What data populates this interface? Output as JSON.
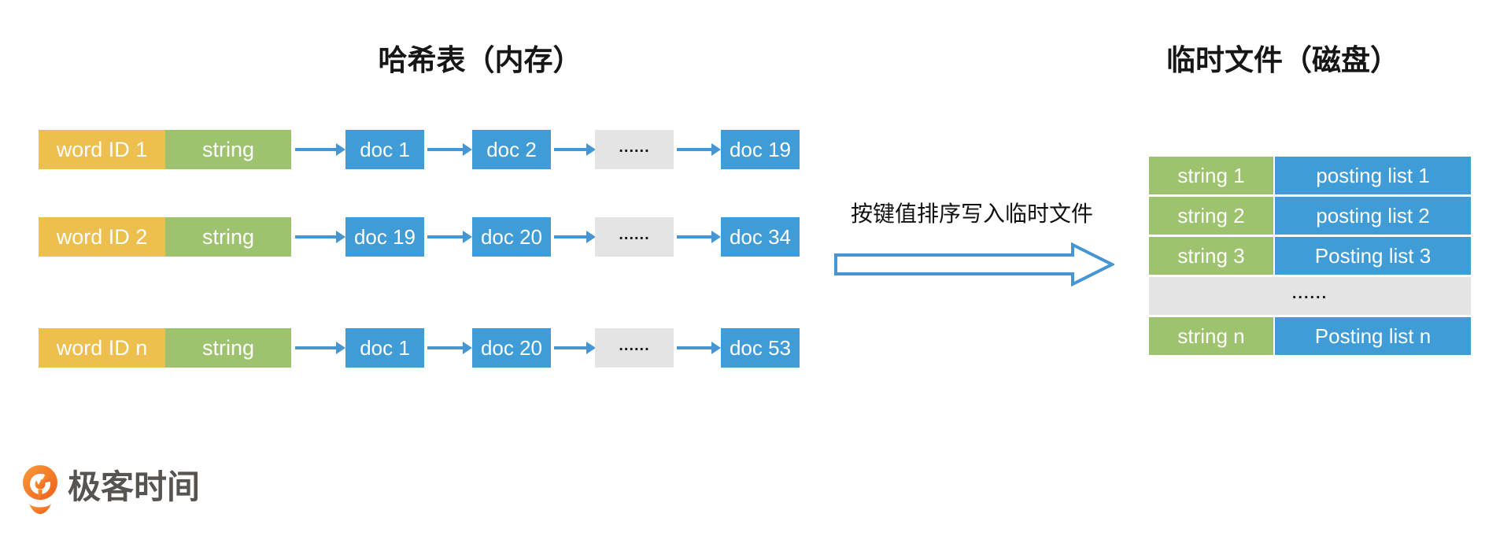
{
  "titles": {
    "left": "哈希表（内存）",
    "right": "临时文件（磁盘）"
  },
  "hash_table": {
    "rows": [
      {
        "word_id": "word ID 1",
        "string_label": "string",
        "doc1": "doc 1",
        "doc2": "doc 2",
        "ellipsis": "......",
        "doc_last": "doc 19"
      },
      {
        "word_id": "word ID 2",
        "string_label": "string",
        "doc1": "doc 19",
        "doc2": "doc 20",
        "ellipsis": "......",
        "doc_last": "doc 34"
      },
      {
        "word_id": "word ID n",
        "string_label": "string",
        "doc1": "doc 1",
        "doc2": "doc 20",
        "ellipsis": "......",
        "doc_last": "doc 53"
      }
    ]
  },
  "transfer": {
    "label": "按键值排序写入临时文件"
  },
  "temp_file": {
    "rows": [
      {
        "string": "string 1",
        "posting": "posting list 1"
      },
      {
        "string": "string 2",
        "posting": "posting list 2"
      },
      {
        "string": "string 3",
        "posting": "Posting list 3"
      },
      {
        "string": "string n",
        "posting": "Posting list n"
      }
    ],
    "ellipsis": "......"
  },
  "branding": {
    "logo_text": "极客时间"
  },
  "colors": {
    "yellow": "#ecbf4e",
    "green": "#9dc36e",
    "blue": "#3f9cd6",
    "gray": "#e4e4e4",
    "arrow": "#4596d2",
    "logo_orange": "#f3701f",
    "logo_text": "#575350"
  }
}
